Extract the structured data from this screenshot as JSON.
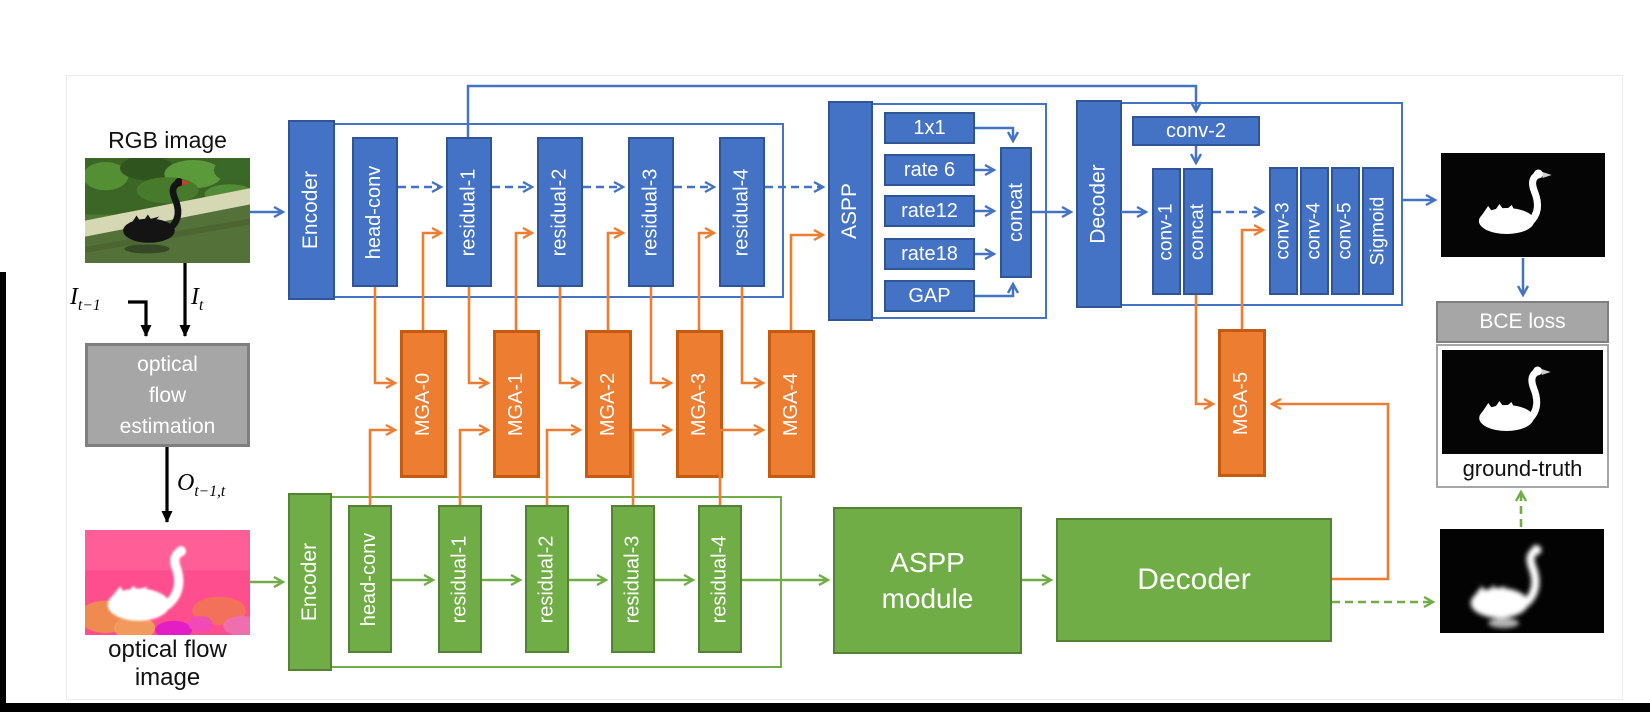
{
  "colors": {
    "blue": "#4472C4",
    "blue_dark": "#2F5597",
    "orange": "#ED7D31",
    "orange_dark": "#C55A11",
    "green": "#70AD47",
    "green_dark": "#538135",
    "gray": "#A6A6A6"
  },
  "left_panel": {
    "rgb_image_label": "RGB image",
    "frame_prev": {
      "base": "I",
      "sub": "t−1"
    },
    "frame_cur": {
      "base": "I",
      "sub": "t"
    },
    "flow_estimation": {
      "line1": "optical",
      "line2": "flow",
      "line3": "estimation"
    },
    "flow_output": {
      "base": "O",
      "sub": "t−1,t"
    },
    "flow_image_caption": {
      "line1": "optical flow",
      "line2": "image"
    }
  },
  "rgb_stream": {
    "encoder_label": "Encoder",
    "blocks": [
      "head-conv",
      "residual-1",
      "residual-2",
      "residual-3",
      "residual-4"
    ],
    "aspp": {
      "label": "ASPP",
      "branch_1x1": "1x1",
      "branch_rate6": "rate 6",
      "branch_rate12": "rate12",
      "branch_rate18": "rate18",
      "branch_gap": "GAP",
      "concat": "concat"
    },
    "decoder": {
      "label": "Decoder",
      "conv2": "conv-2",
      "conv1": "conv-1",
      "concat": "concat",
      "conv3": "conv-3",
      "conv4": "conv-4",
      "conv5": "conv-5",
      "sigmoid": "Sigmoid"
    }
  },
  "flow_stream": {
    "encoder_label": "Encoder",
    "blocks": [
      "head-conv",
      "residual-1",
      "residual-2",
      "residual-3",
      "residual-4"
    ],
    "aspp_module": {
      "line1": "ASPP",
      "line2": "module"
    },
    "decoder_label": "Decoder"
  },
  "attention": {
    "modules": [
      "MGA-0",
      "MGA-1",
      "MGA-2",
      "MGA-3",
      "MGA-4"
    ],
    "mga5": "MGA-5"
  },
  "loss_panel": {
    "bce_label": "BCE loss",
    "ground_truth_label": "ground-truth"
  }
}
